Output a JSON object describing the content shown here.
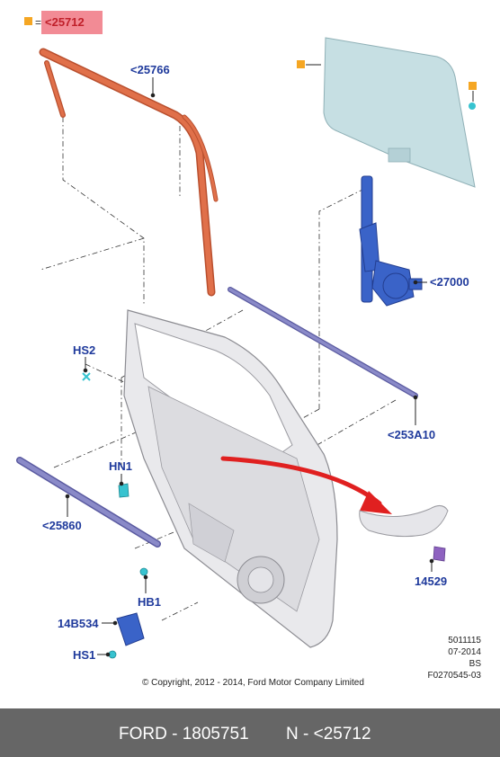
{
  "legend": {
    "equals": "=",
    "ref": "<25712",
    "marker_color": "#f5a623",
    "highlight_color": "#f28b95"
  },
  "parts": [
    {
      "id": "p1",
      "label": "<25766"
    },
    {
      "id": "p2",
      "label": "<27000"
    },
    {
      "id": "p3",
      "label": "HS2"
    },
    {
      "id": "p4",
      "label": "<253A10"
    },
    {
      "id": "p5",
      "label": "HN1"
    },
    {
      "id": "p6",
      "label": "<25860"
    },
    {
      "id": "p7",
      "label": "14529"
    },
    {
      "id": "p8",
      "label": "HB1"
    },
    {
      "id": "p9",
      "label": "14B534"
    },
    {
      "id": "p10",
      "label": "HS1"
    }
  ],
  "meta": {
    "line1": "5011115",
    "line2": "07-2014",
    "line3": "BS",
    "line4": "F0270545-03"
  },
  "copyright": "© Copyright, 2012 - 2014, Ford Motor Company Limited",
  "footer": {
    "brand_part": "FORD - 1805751",
    "ref": "N - <25712"
  },
  "colors": {
    "label_blue": "#1f3a9c",
    "channel_orange": "#e0704a",
    "glass": "#c6dfe3",
    "regulator_blue": "#3a63c8",
    "strip_purple": "#8a8ac8",
    "fastener_cyan": "#37c3d0",
    "arrow_red": "#e02020",
    "footer_gray": "#666666"
  }
}
